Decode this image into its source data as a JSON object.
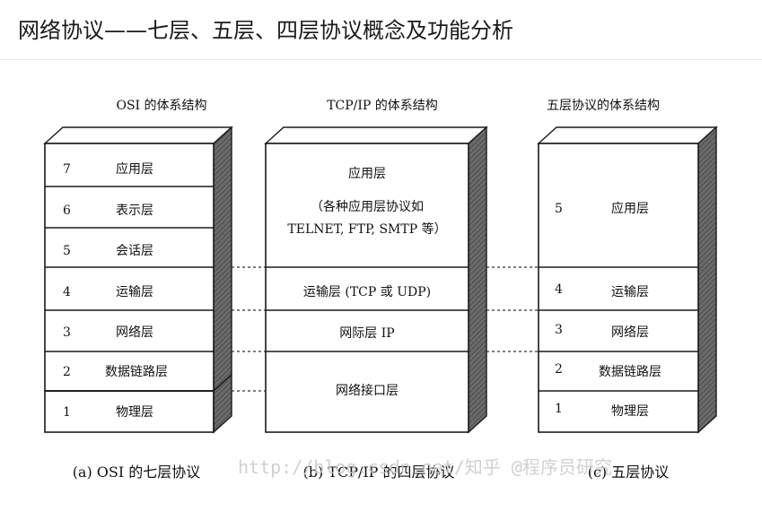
{
  "page": {
    "title": "网络协议——七层、五层、四层协议概念及功能分析"
  },
  "figure": {
    "columns": [
      {
        "title": "OSI 的体系结构",
        "caption": "(a) OSI 的七层协议",
        "layers": [
          {
            "num": "7",
            "name": "应用层"
          },
          {
            "num": "6",
            "name": "表示层"
          },
          {
            "num": "5",
            "name": "会话层"
          },
          {
            "num": "4",
            "name": "运输层"
          },
          {
            "num": "3",
            "name": "网络层"
          },
          {
            "num": "2",
            "name": "数据链路层"
          },
          {
            "num": "1",
            "name": "物理层"
          }
        ]
      },
      {
        "title": "TCP/IP 的体系结构",
        "caption": "(b) TCP/IP 的四层协议",
        "layers": [
          {
            "name": "应用层",
            "note_line1": "（各种应用层协议如",
            "note_line2": "TELNET, FTP, SMTP 等）"
          },
          {
            "name": "运输层 (TCP 或 UDP)"
          },
          {
            "name": "网际层 IP"
          },
          {
            "name": "网络接口层"
          }
        ]
      },
      {
        "title": "五层协议的体系结构",
        "caption": "(c) 五层协议",
        "layers": [
          {
            "num": "5",
            "name": "应用层"
          },
          {
            "num": "4",
            "name": "运输层"
          },
          {
            "num": "3",
            "name": "网络层"
          },
          {
            "num": "2",
            "name": "数据链路层"
          },
          {
            "num": "1",
            "name": "物理层"
          }
        ]
      }
    ],
    "watermark": "http://blog.csdn.net/知乎 @程序员研究"
  },
  "colors": {
    "side_face": "#5a5a5a",
    "top_face": "#ffffff",
    "stroke": "#1a1a1a"
  }
}
